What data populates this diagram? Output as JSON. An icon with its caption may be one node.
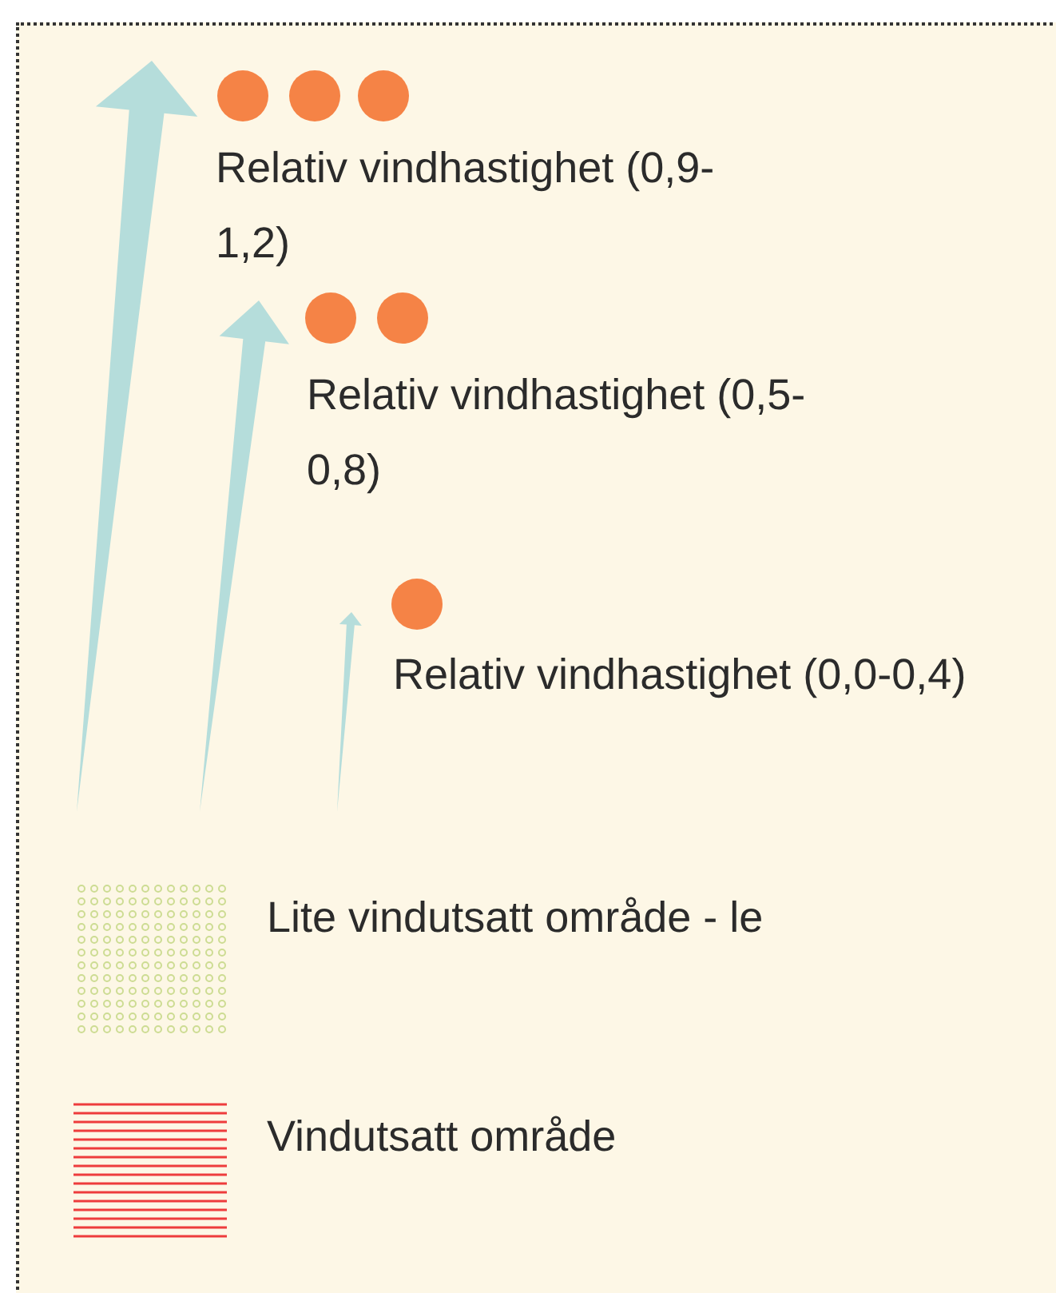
{
  "diagram": {
    "legend": [
      {
        "text": "Relativ vindhastighet (0,9-1,2)"
      },
      {
        "text": "Relativ vindhastighet (0,5-0,8)"
      },
      {
        "text": "Relativ vindhastighet (0,0-0,4)"
      },
      {
        "text": "Lite vindutsatt område - le"
      },
      {
        "text": "Vindutsatt område"
      }
    ]
  }
}
